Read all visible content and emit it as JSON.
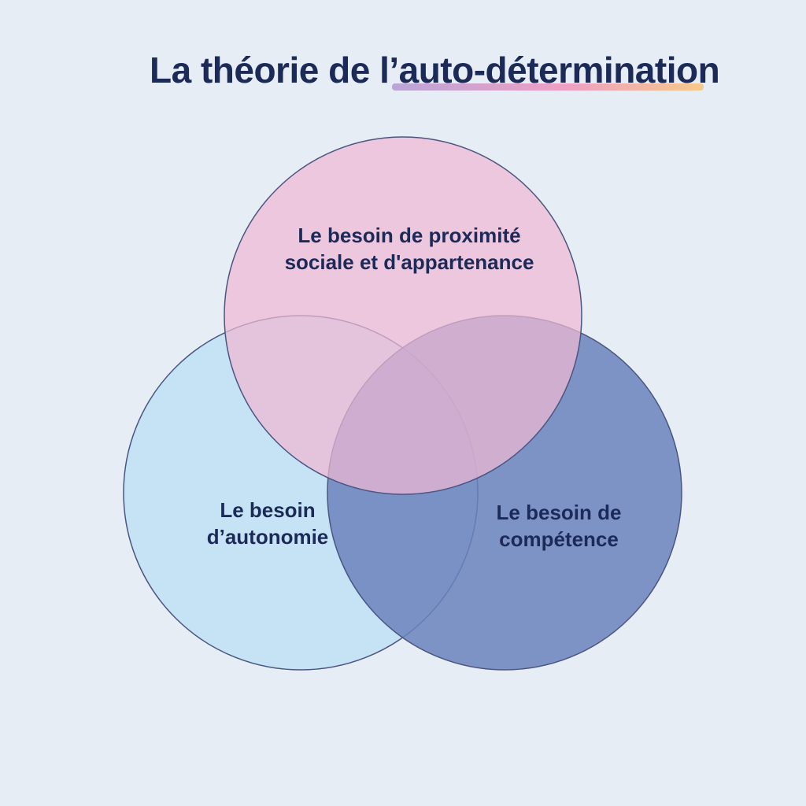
{
  "title": "La théorie de l’auto-détermination",
  "colors": {
    "background": "#e6edf5",
    "text": "#1c2a58",
    "circle_top": "#f0b8d4",
    "circle_left": "#bfe0f4",
    "circle_right": "#6b82bc",
    "outline": "#4a5680",
    "underline_gradient": [
      "#b9a6d6",
      "#ee9fc4",
      "#f6c98a"
    ]
  },
  "circles": {
    "top": {
      "line1": "Le besoin de proximité",
      "line2": "sociale et d'appartenance"
    },
    "left": {
      "line1": "Le besoin",
      "line2": "d’autonomie"
    },
    "right": {
      "line1": "Le besoin de",
      "line2": "compétence"
    }
  }
}
